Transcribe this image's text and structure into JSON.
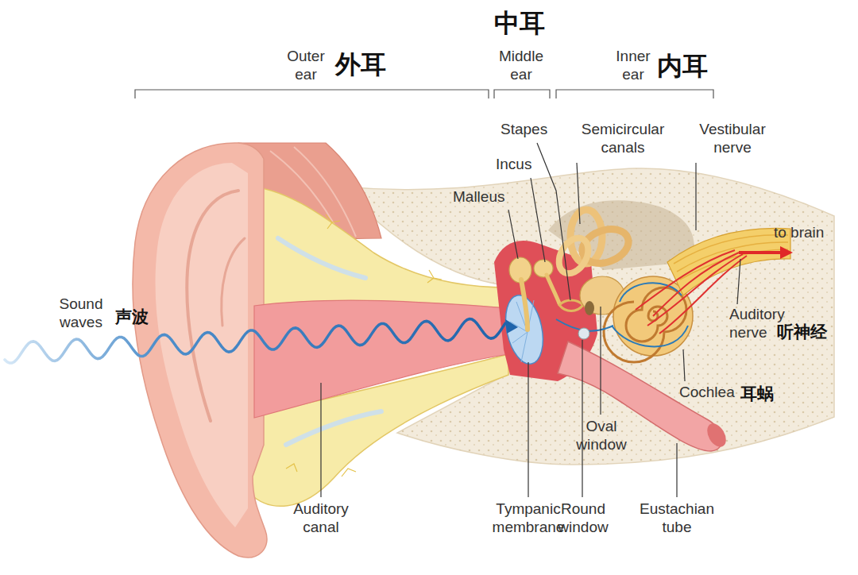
{
  "diagram": {
    "labels": [
      "Outer ear",
      "外耳",
      "中耳",
      "Middle ear",
      "Inner ear",
      "内耳",
      "Stapes",
      "Semicircular canals",
      "Vestibular nerve",
      "Incus",
      "Malleus",
      "to brain",
      "Sound waves",
      "声波",
      "Auditory nerve",
      "听神经",
      "Cochlea",
      "耳蜗",
      "Oval window",
      "Auditory canal",
      "Tympanic membrane",
      "Round window",
      "Eustachian tube"
    ]
  }
}
